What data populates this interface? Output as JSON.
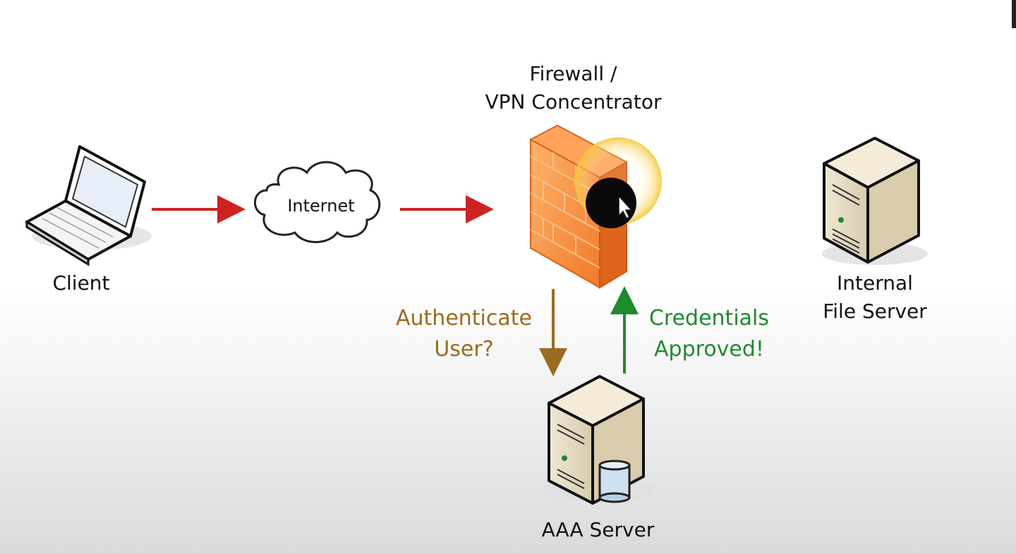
{
  "nodes": {
    "client": {
      "label": "Client"
    },
    "internet": {
      "label": "Internet"
    },
    "firewall": {
      "label_line1": "Firewall /",
      "label_line2": "VPN Concentrator"
    },
    "file_server": {
      "label_line1": "Internal",
      "label_line2": "File Server"
    },
    "aaa_server": {
      "label": "AAA Server"
    }
  },
  "flows": {
    "authenticate": {
      "line1": "Authenticate",
      "line2": "User?",
      "color": "#9b6b1e"
    },
    "approved": {
      "line1": "Credentials",
      "line2": "Approved!",
      "color": "#1f8a2e"
    },
    "traffic_color": "#cc2222"
  },
  "cursor": {
    "visible": true,
    "highlight_color": "#f5d76e"
  }
}
